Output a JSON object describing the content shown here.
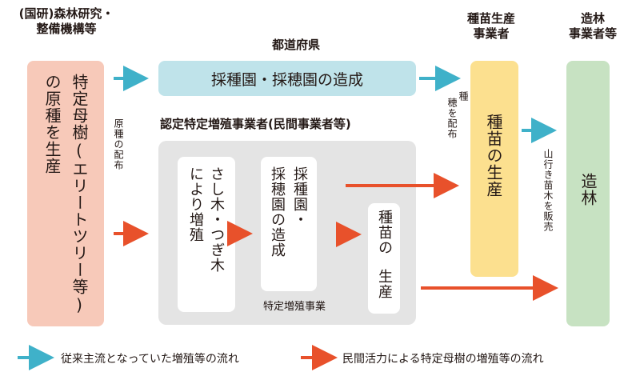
{
  "headers": {
    "research": [
      "(国研)森林研究・",
      "整備機構等"
    ],
    "prefecture": "都道府県",
    "seedling_producers": [
      "種苗生産",
      "事業者"
    ],
    "forestry": [
      "造林",
      "事業者等"
    ],
    "certified": "認定特定増殖事業者(民間事業者等)"
  },
  "boxes": {
    "elite_tree": [
      "特定母樹(エリートツリー等)",
      "の原種を生産"
    ],
    "orchard_pref": "採種園・採穂園の造成",
    "cuttings": [
      "さし木・つぎ木",
      "により増殖"
    ],
    "orchard_private": [
      "採種園・",
      "採穂園の造成"
    ],
    "seedling_private": [
      "種苗の",
      "生産"
    ],
    "specific_business": "特定増殖事業",
    "seedling_producer": "種苗の生産",
    "afforestation": "造林"
  },
  "annotations": {
    "original_distribution": "原種の配布",
    "scion_distribution": "穂を配布",
    "scion_prefix": "種",
    "mountain_sale": "山行き苗木を販売"
  },
  "legend": {
    "conventional": "従来主流となっていた増殖等の流れ",
    "private": "民間活力による特定母樹の増殖等の流れ"
  },
  "colors": {
    "conventional_arrow": "#3fb1c9",
    "private_arrow": "#e8512b",
    "elite_box": "#f7c9b9",
    "prefecture_box": "#bfe3ea",
    "producer_box": "#fce08f",
    "forestry_box": "#c7e2c2",
    "certified_area": "#e4e4e4"
  }
}
